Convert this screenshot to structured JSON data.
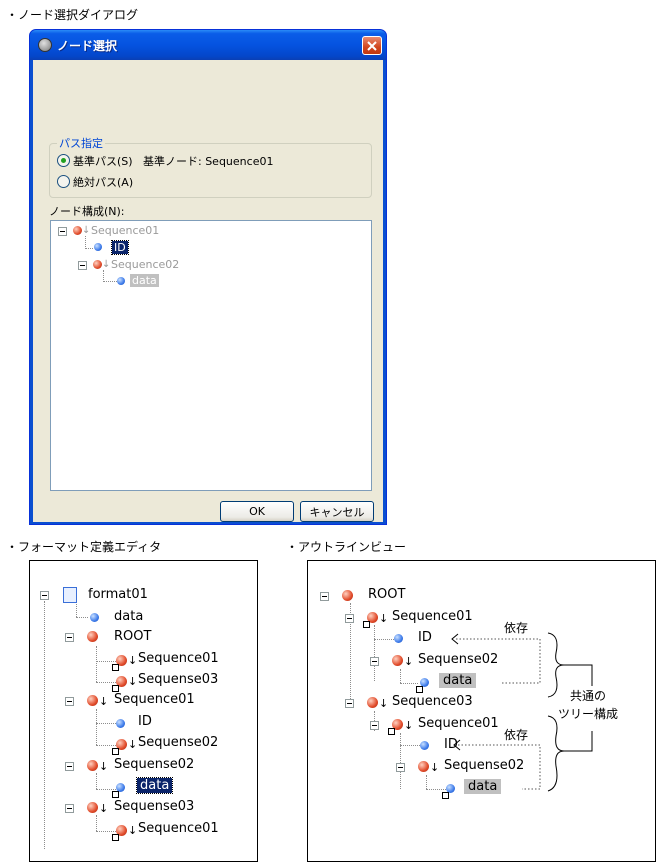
{
  "sections": {
    "dialog_label": "・ノード選択ダイアログ",
    "editor_label": "・フォーマット定義エディタ",
    "outline_label": "・アウトラインビュー"
  },
  "dialog": {
    "title": "ノード選択",
    "group_title": "パス指定",
    "radio_base": "基準パス(S)",
    "base_node_text": "基準ノード: Sequence01",
    "radio_absolute": "絶対パス(A)",
    "node_structure_label": "ノード構成(N):",
    "tree": [
      "Sequence01",
      "ID",
      "Sequence02",
      "data"
    ],
    "ok_label": "OK",
    "cancel_label": "キャンセル"
  },
  "editor": {
    "nodes": [
      "format01",
      "data",
      "ROOT",
      "Sequence01",
      "Sequense03",
      "Sequence01",
      "ID",
      "Sequense02",
      "Sequense02",
      "data",
      "Sequense03",
      "Sequence01"
    ]
  },
  "outline": {
    "nodes": [
      "ROOT",
      "Sequence01",
      "ID",
      "Sequense02",
      "data",
      "Sequence03",
      "Sequence01",
      "ID",
      "Sequense02",
      "data"
    ],
    "dep1": "依存",
    "dep2": "依存",
    "common_label_1": "共通の",
    "common_label_2": "ツリー構成"
  }
}
